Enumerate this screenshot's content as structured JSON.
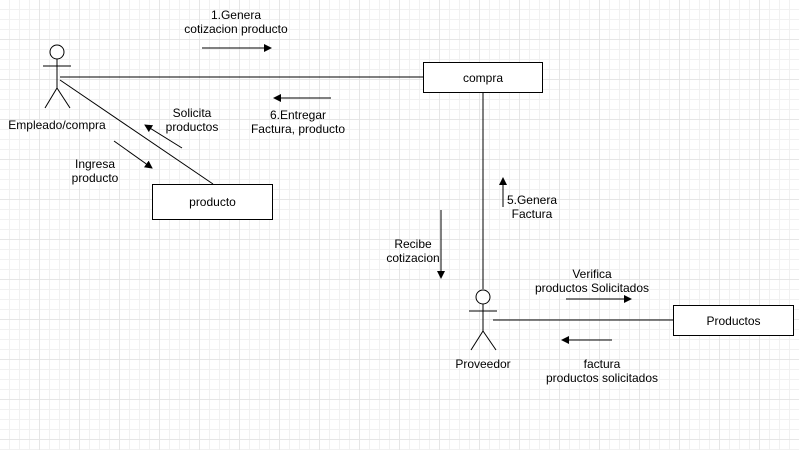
{
  "actors": {
    "empleado": "Empleado/compra",
    "proveedor": "Proveedor"
  },
  "boxes": {
    "compra": "compra",
    "producto": "producto",
    "productos": "Productos"
  },
  "messages": {
    "m1": [
      "1.Genera",
      "cotizacion producto"
    ],
    "m6": [
      "6.Entregar",
      "Factura, producto"
    ],
    "solicita": [
      "Solicita",
      "productos"
    ],
    "ingresa": [
      "Ingresa",
      "producto"
    ],
    "m5": [
      "5.Genera",
      "Factura"
    ],
    "recibe": [
      "Recibe",
      "cotizacion"
    ],
    "verifica": [
      "Verifica",
      "productos Solicitados"
    ],
    "factura": [
      "factura",
      "productos solicitados"
    ]
  },
  "colors": {
    "line": "#000000",
    "grid": "#e6e6e6",
    "box_fill": "#ffffff"
  }
}
